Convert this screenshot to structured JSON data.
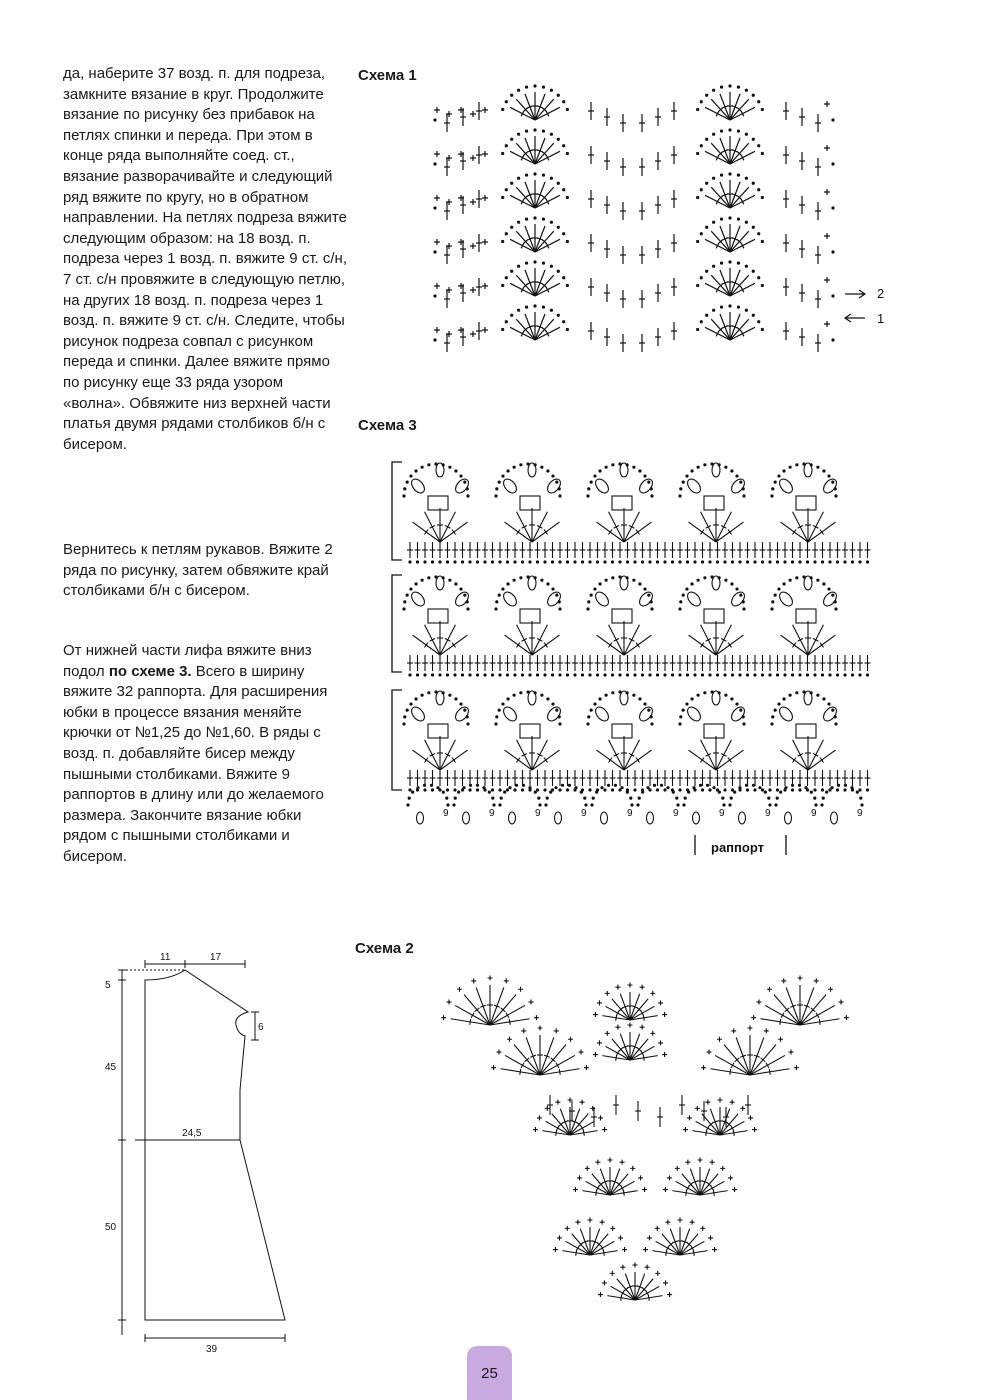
{
  "text_column": {
    "p1": "да, наберите 37 возд. п. для подреза, замкните вязание в круг. Продолжите вязание по рисунку без прибавок на петлях спинки и переда. При этом в конце ряда выполняйте соед. ст., вязание разворачивайте и следующий ряд вяжите по кругу, но в обратном направлении. На петлях подреза вяжите следующим образом: на 18 возд. п. подреза через 1 возд. п. вяжите 9 ст. с/н, 7 ст. с/н провяжите в следующую петлю, на других 18 возд. п. подреза через 1 возд. п. вяжите 9 ст. с/н. Следите, чтобы рисунок подреза совпал с рисунком переда и спинки. Далее вяжите прямо по рисунку еще 33 ряда узором «волна». Обвяжите низ верхней части платья двумя рядами столбиков б/н с бисером.",
    "p2": "Вернитесь к петлям рукавов. Вяжите 2 ряда по рисунку, затем обвяжите край столбиками б/н с бисером.",
    "p3_a": "От нижней части лифа вяжите вниз подол ",
    "p3_b": "по схеме 3.",
    "p3_c": " Всего в ширину вяжите 32 раппорта. Для расширения юбки в процессе вязания меняйте крючки от №1,25 до №1,60. В ряды с возд. п. добавляйте бисер между пышными столбиками. Вяжите 9 раппортов в длину или до желаемого размера. Закончите вязание юбки рядом с пышными столбиками и бисером."
  },
  "scheme1": {
    "title": "Схема 1",
    "row_labels": [
      "2",
      "1"
    ]
  },
  "scheme3": {
    "title": "Схема 3",
    "rapport_label": "раппорт",
    "bottom_numbers": [
      "9",
      "9",
      "9",
      "9",
      "9",
      "9",
      "9",
      "9",
      "9",
      "9"
    ]
  },
  "scheme2": {
    "title": "Схема 2"
  },
  "pattern": {
    "dimensions": {
      "shoulder": "11",
      "neck_drop": "17",
      "top": "5",
      "armhole": "6",
      "bodice_len": "45",
      "waist": "24,5",
      "skirt_len": "50",
      "hem": "39"
    }
  },
  "page_number": "25",
  "colors": {
    "page_tab": "#c8a9e0",
    "ink": "#1a1a1a"
  }
}
